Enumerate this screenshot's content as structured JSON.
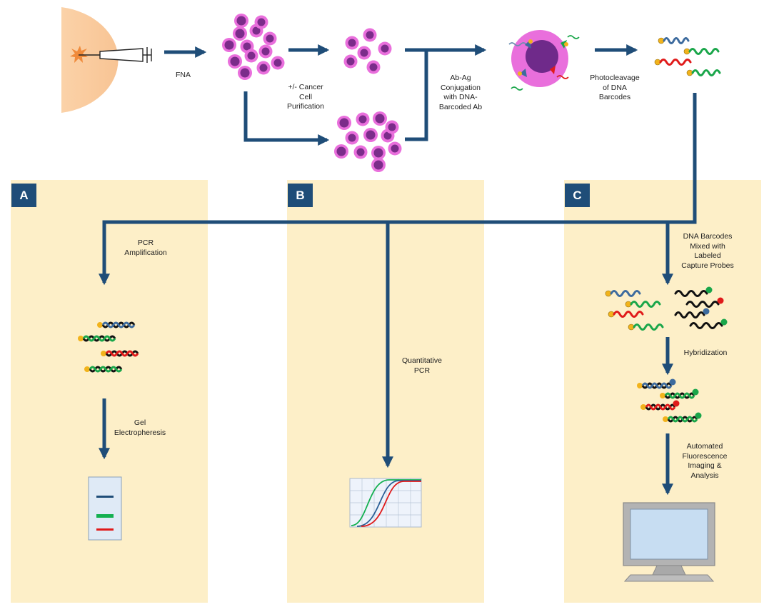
{
  "panels": {
    "a": {
      "letter": "A"
    },
    "b": {
      "letter": "B"
    },
    "c": {
      "letter": "C"
    }
  },
  "labels": {
    "fna": "FNA",
    "purification": [
      "+/- Cancer",
      "Cell",
      "Purification"
    ],
    "conjugation": [
      "Ab-Ag",
      "Conjugation",
      "with DNA-",
      "Barcoded Ab"
    ],
    "photocleavage": [
      "Photocleavage",
      "of DNA",
      "Barcodes"
    ],
    "pcr_amplification": [
      "PCR",
      "Amplification"
    ],
    "gel": [
      "Gel",
      "Electropheresis"
    ],
    "qpcr": [
      "Quantitative",
      "PCR"
    ],
    "mixed": [
      "DNA Barcodes",
      "Mixed with",
      "Labeled",
      "Capture Probes"
    ],
    "hybridization": [
      "Hybridization"
    ],
    "imaging": [
      "Automated",
      "Fluorescence",
      "Imaging &",
      "Analysis"
    ]
  },
  "colors": {
    "arrow": "#1f4d78",
    "panel_bg": "#fdefc8",
    "cell": "#e96fdc",
    "nucleus": "#7b2c8a",
    "barcode_blue": "#3d6b9e",
    "barcode_green": "#1aa64a",
    "barcode_red": "#e01a1a",
    "probe_tag": "#f2b31b"
  }
}
